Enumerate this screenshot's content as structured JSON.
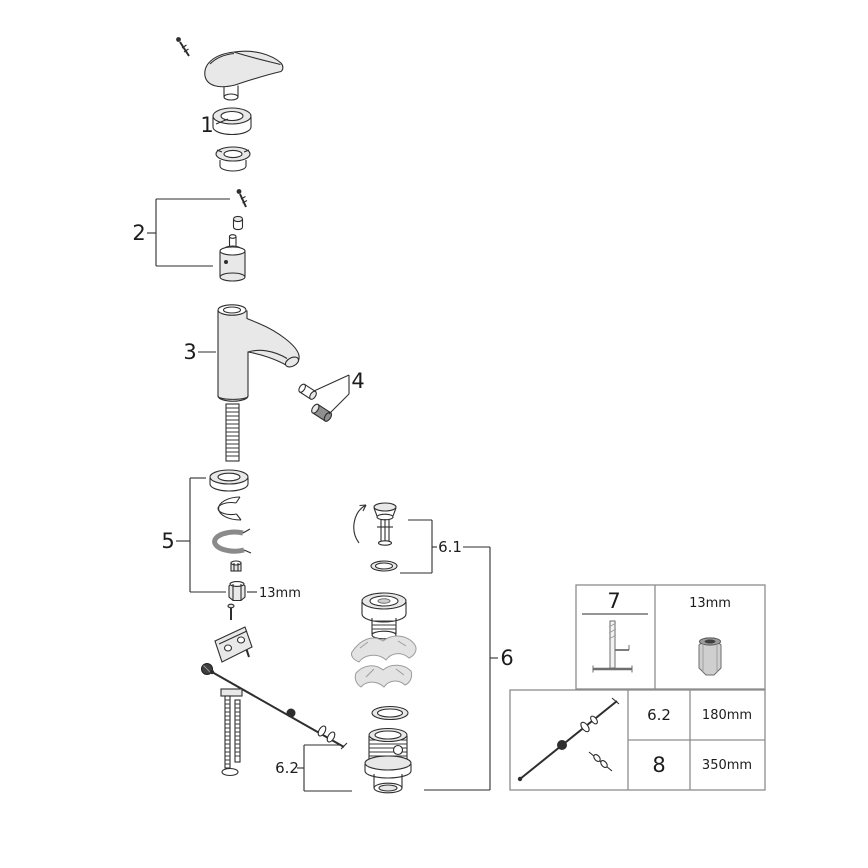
{
  "labels": {
    "part1": "1",
    "part2": "2",
    "part3": "3",
    "part4": "4",
    "part5": "5",
    "part6": "6",
    "part6_1": "6.1",
    "part6_2": "6.2",
    "nut_size": "13mm"
  },
  "tool_table": {
    "part_label": "7",
    "socket_size": "13mm"
  },
  "length_table": {
    "rows": [
      {
        "part": "6.2",
        "length": "180mm"
      },
      {
        "part": "8",
        "length": "350mm"
      }
    ]
  },
  "colors": {
    "line": "#2e2e2e",
    "table_border": "#8d8d8d",
    "ghost": "#9c9c9c",
    "background": "#ffffff"
  }
}
